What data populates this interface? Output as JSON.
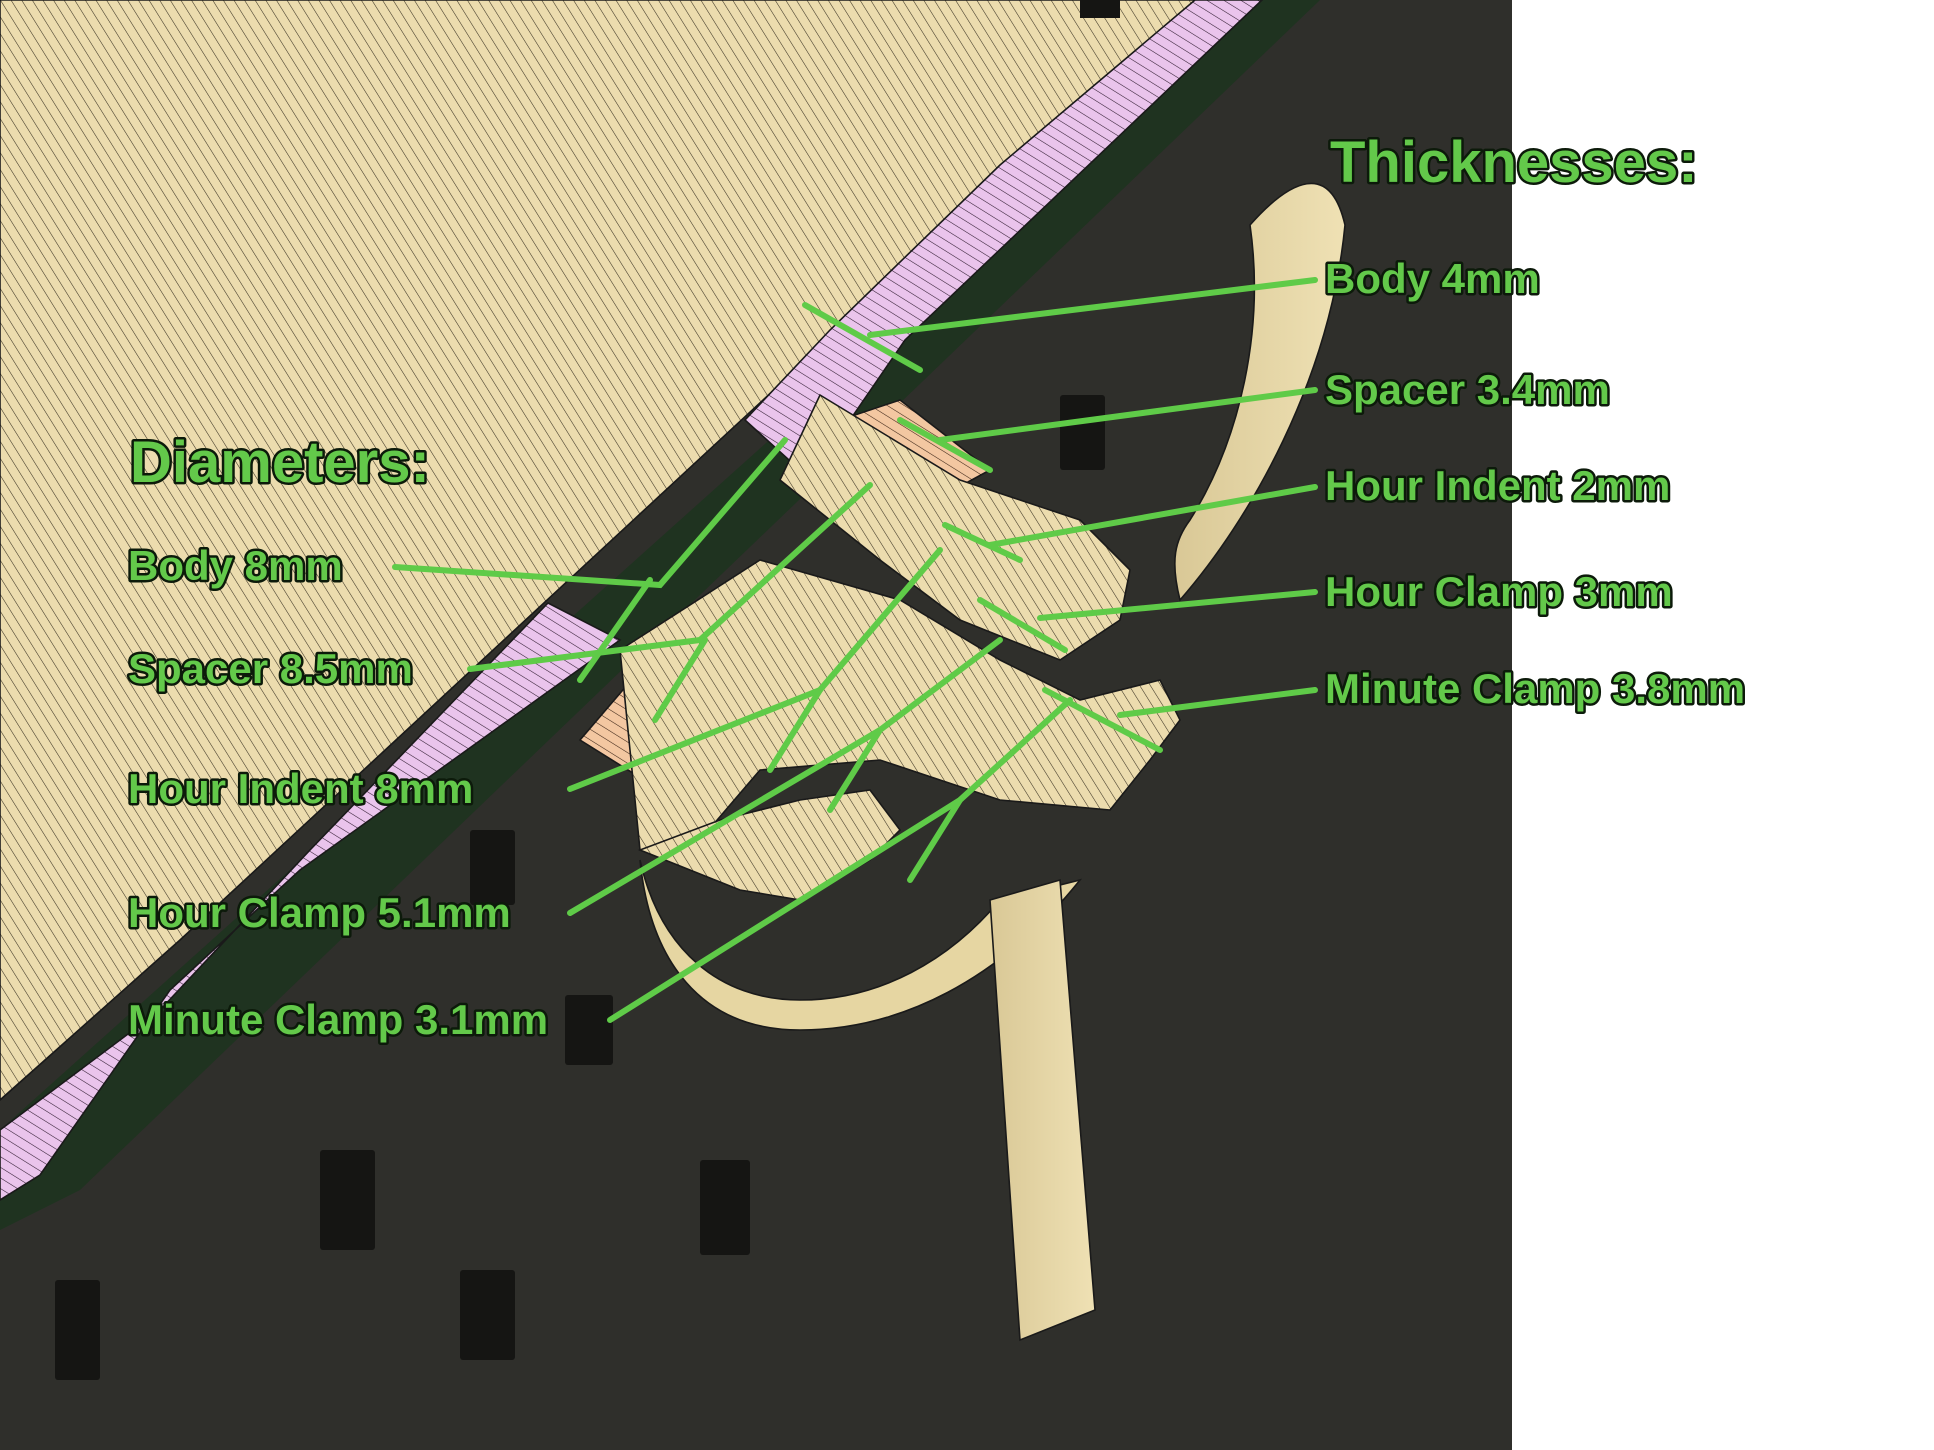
{
  "diameters": {
    "heading": "Diameters:",
    "items": [
      {
        "label": "Body 8mm"
      },
      {
        "label": "Spacer 8.5mm"
      },
      {
        "label": "Hour Indent 8mm"
      },
      {
        "label": "Hour Clamp 5.1mm"
      },
      {
        "label": "Minute Clamp 3.1mm"
      }
    ]
  },
  "thicknesses": {
    "heading": "Thicknesses:",
    "items": [
      {
        "label": "Body 4mm"
      },
      {
        "label": "Spacer 3.4mm"
      },
      {
        "label": "Hour Indent 2mm"
      },
      {
        "label": "Hour Clamp 3mm"
      },
      {
        "label": "Minute Clamp 3.8mm"
      }
    ]
  },
  "colors": {
    "label_green": "#63c94a",
    "wood": "#ecdcae",
    "pink": "#eac4ec",
    "dark_bg": "#2e2e2a",
    "dark_green": "#1f3320"
  }
}
